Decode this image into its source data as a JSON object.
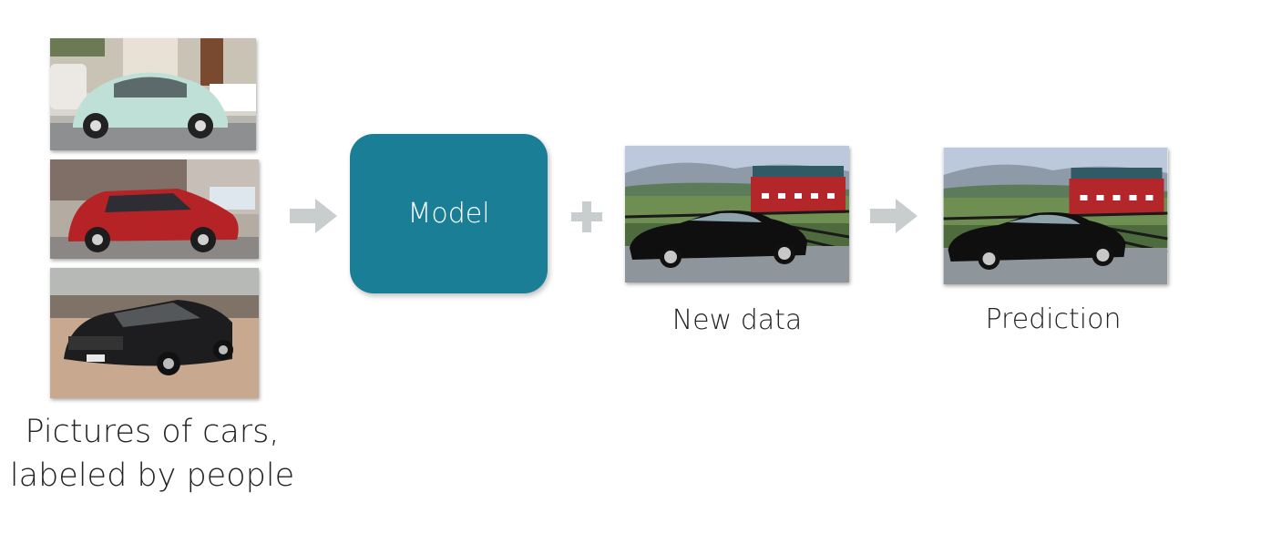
{
  "training": {
    "caption_line1": "Pictures of cars,",
    "caption_line2": "labeled by people",
    "images": [
      {
        "subject": "mint vintage beetle car on street",
        "icon": "car-photo-icon"
      },
      {
        "subject": "red SUV parked in front of shop",
        "icon": "car-photo-icon"
      },
      {
        "subject": "black coupe on sand",
        "icon": "car-photo-icon"
      }
    ]
  },
  "model": {
    "label": "Model",
    "color": "#1a7f96"
  },
  "new_data": {
    "label": "New data"
  },
  "prediction": {
    "label": "Prediction"
  },
  "colors": {
    "arrow": "#c8cdce",
    "plus": "#c8cdce"
  }
}
